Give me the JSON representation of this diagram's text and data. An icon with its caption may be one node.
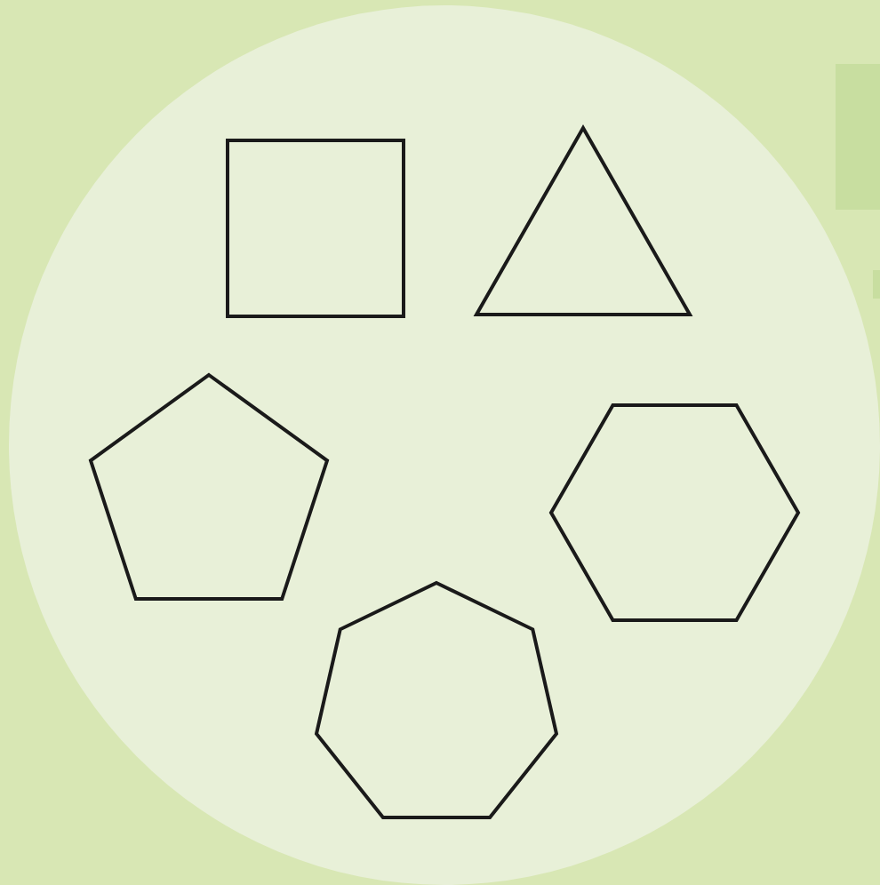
{
  "diagram": {
    "nodes": [
      {
        "text": [],
        "shape": "circle"
      },
      {
        "text": [],
        "shape": "square",
        "in": 0
      },
      {
        "text": [],
        "shape": "triangle",
        "in": 0
      },
      {
        "text": [],
        "shape": "pentagon",
        "in": 0
      },
      {
        "text": [],
        "shape": "hexagon",
        "in": 0
      },
      {
        "text": [],
        "shape": "heptagon",
        "in": 0
      }
    ]
  }
}
